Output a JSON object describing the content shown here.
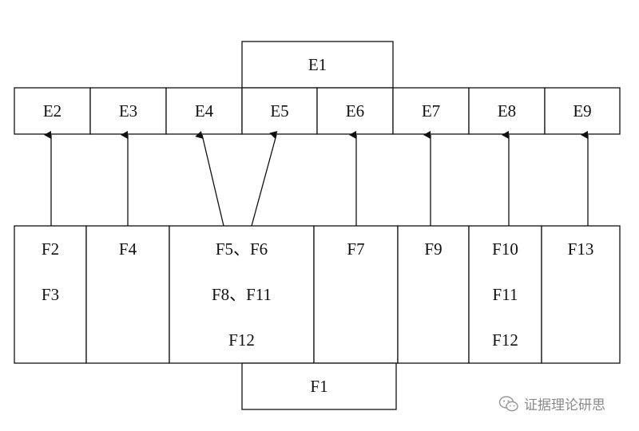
{
  "top_group": {
    "header": "E1",
    "cells": [
      "E2",
      "E3",
      "E4",
      "E5",
      "E6",
      "E7",
      "E8",
      "E9"
    ]
  },
  "bottom_group": {
    "footer": "F1",
    "columns": [
      [
        "F2",
        "F3"
      ],
      [
        "F4"
      ],
      [
        "F5、F6",
        "F8、F11",
        "F12"
      ],
      [
        "F7"
      ],
      [
        "F9"
      ],
      [
        "F10",
        "F11",
        "F12"
      ],
      [
        "F13"
      ]
    ]
  },
  "arrows": [
    {
      "from_column": 0,
      "to_cell": 0
    },
    {
      "from_column": 1,
      "to_cell": 1
    },
    {
      "from_column": 2,
      "to_cell": 2
    },
    {
      "from_column": 2,
      "to_cell": 3
    },
    {
      "from_column": 3,
      "to_cell": 4
    },
    {
      "from_column": 4,
      "to_cell": 5
    },
    {
      "from_column": 5,
      "to_cell": 6
    },
    {
      "from_column": 6,
      "to_cell": 7
    }
  ],
  "watermark": {
    "icon": "wechat-icon",
    "text": "证据理论研思"
  }
}
